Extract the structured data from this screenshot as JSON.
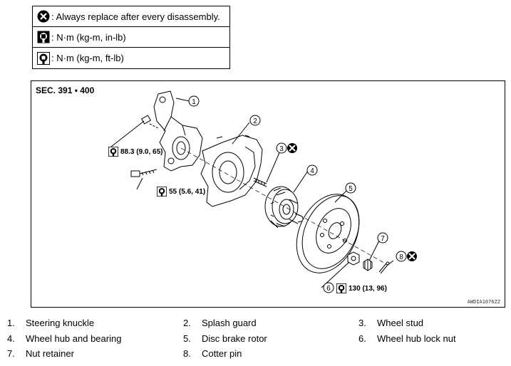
{
  "legend": [
    {
      "icon": "replace-x-icon",
      "text": ": Always replace after every disassembly."
    },
    {
      "icon": "torque-wrench-in-lb-icon",
      "text": ": N·m (kg-m, in-lb)"
    },
    {
      "icon": "torque-wrench-ft-lb-icon",
      "text": ": N·m (kg-m, ft-lb)"
    }
  ],
  "diagram": {
    "section": "SEC. 391 • 400",
    "code": "AWDIA1076ZZ",
    "callouts": [
      "1",
      "2",
      "3",
      "4",
      "5",
      "6",
      "7",
      "8"
    ],
    "torque": [
      {
        "value": "88.3 (9.0, 65)"
      },
      {
        "value": "55 (5.6, 41)"
      },
      {
        "value": "130 (13, 96)"
      }
    ]
  },
  "parts": [
    {
      "num": "1.",
      "name": "Steering knuckle"
    },
    {
      "num": "2.",
      "name": "Splash guard"
    },
    {
      "num": "3.",
      "name": "Wheel stud"
    },
    {
      "num": "4.",
      "name": "Wheel hub and bearing"
    },
    {
      "num": "5.",
      "name": "Disc brake rotor"
    },
    {
      "num": "6.",
      "name": "Wheel hub lock nut"
    },
    {
      "num": "7.",
      "name": "Nut retainer"
    },
    {
      "num": "8.",
      "name": "Cotter pin"
    }
  ]
}
